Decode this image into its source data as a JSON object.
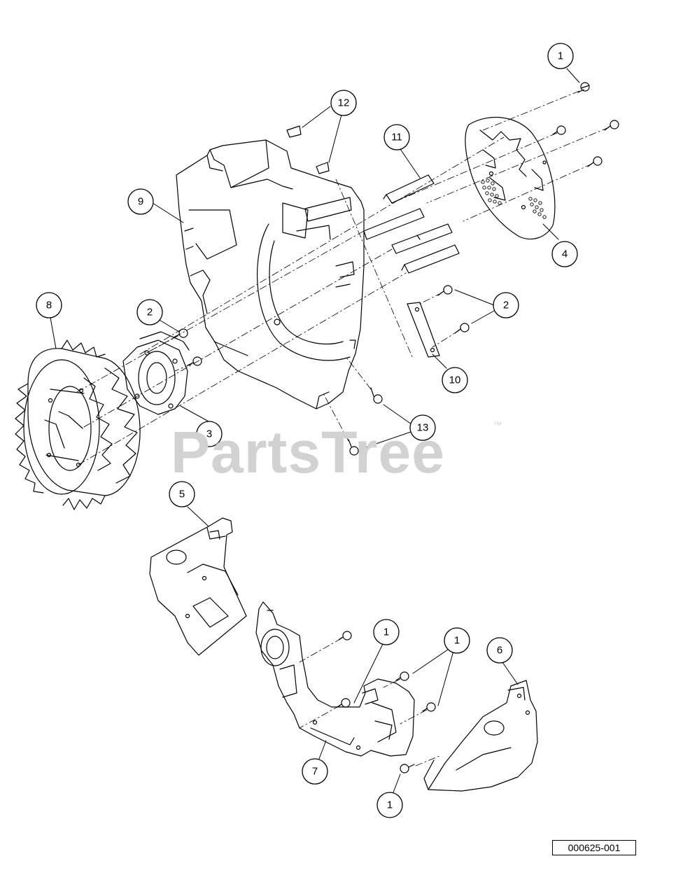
{
  "watermark": {
    "text": "PartsTree",
    "trademark": "™"
  },
  "figure_ref": "000625-001",
  "callouts": {
    "c1a": "1",
    "c1b": "1",
    "c1c": "1",
    "c1d": "1",
    "c2a": "2",
    "c2b": "2",
    "c3": "3",
    "c4": "4",
    "c5": "5",
    "c6": "6",
    "c7": "7",
    "c8": "8",
    "c9": "9",
    "c10": "10",
    "c11": "11",
    "c12": "12",
    "c13": "13"
  },
  "colors": {
    "line": "#000000",
    "watermark": "#d2d2d2",
    "background": "#ffffff"
  }
}
